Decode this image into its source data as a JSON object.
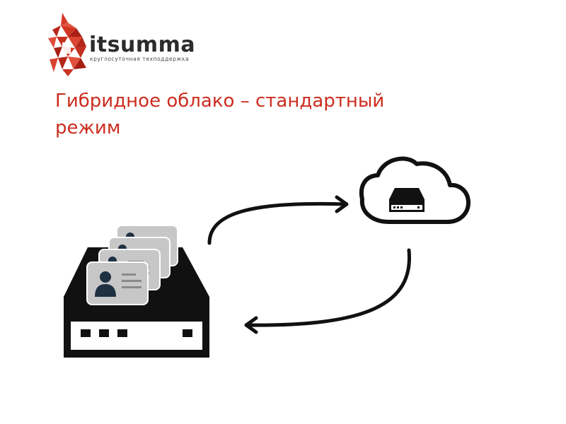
{
  "logo": {
    "name": "itsumma",
    "tagline": "круглосуточная техподдержка",
    "icon": "itsumma-logo-icon"
  },
  "title": {
    "line1": "Гибридное облако – стандартный",
    "line2": "режим"
  },
  "diagram": {
    "nodes": [
      {
        "id": "local-server",
        "icon": "server-with-id-cards"
      },
      {
        "id": "cloud",
        "icon": "cloud-with-server"
      }
    ],
    "edges": [
      {
        "from": "local-server",
        "to": "cloud",
        "style": "curved-arrow"
      },
      {
        "from": "cloud",
        "to": "local-server",
        "style": "curved-arrow"
      }
    ]
  },
  "colors": {
    "brand_red": "#cc2d1f",
    "logo_text": "#2b2b2b",
    "dark": "#111111",
    "card_gray": "#c7c7c7",
    "card_silhouette": "#1f3042"
  }
}
